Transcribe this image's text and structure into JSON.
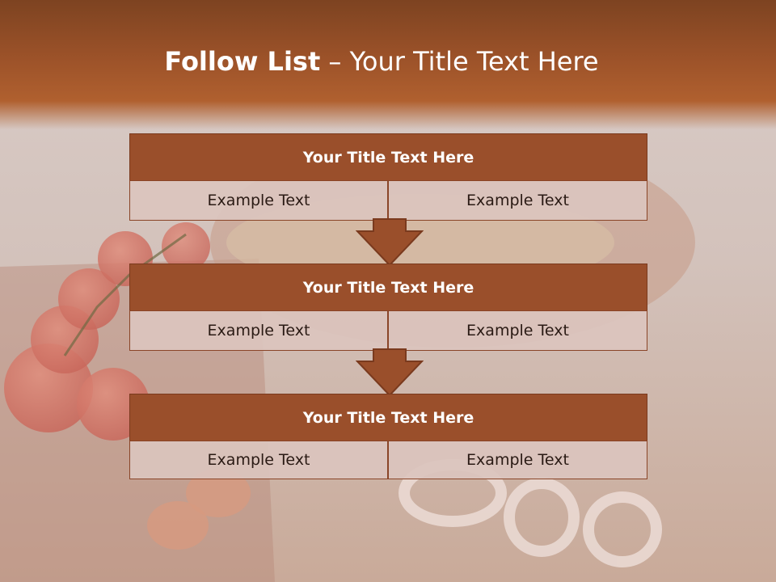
{
  "slide": {
    "title_bold": "Follow List",
    "title_rest": "– Your Title Text Here"
  },
  "blocks": [
    {
      "header": "Your Title Text Here",
      "left": "Example Text",
      "right": "Example Text"
    },
    {
      "header": "Your Title Text Here",
      "left": "Example Text",
      "right": "Example Text"
    },
    {
      "header": "Your Title Text Here",
      "left": "Example Text",
      "right": "Example Text"
    }
  ],
  "colors": {
    "header_fill": "#9a4f2b",
    "cell_fill": "#dbc4be",
    "border": "#7a3a1e",
    "title_band": "#9c5229"
  }
}
